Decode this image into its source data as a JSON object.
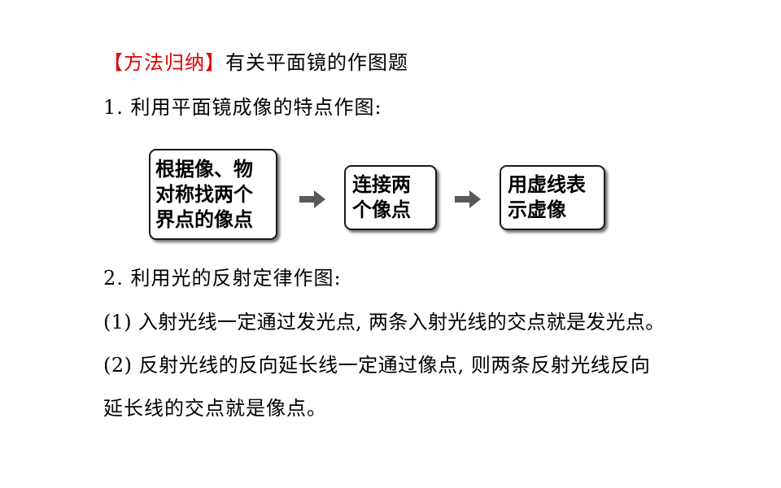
{
  "heading": {
    "tag": "【方法归纳】",
    "title": "有关平面镜的作图题"
  },
  "section1": {
    "label": "1. 利用平面镜成像的特点作图:"
  },
  "flow": {
    "step1": "根据像、物对称找两个界点的像点",
    "step2": "连接两个像点",
    "step3": "用虚线表示虚像",
    "arrow_icon": "right-arrow-icon"
  },
  "section2": {
    "label": "2. 利用光的反射定律作图:",
    "point1": "(1) 入射光线一定通过发光点, 两条入射光线的交点就是发光点。",
    "point2_line1": "(2) 反射光线的反向延长线一定通过像点, 则两条反射光线反向",
    "point2_line2": "延长线的交点就是像点。"
  },
  "colors": {
    "accent_red": "#e00000",
    "arrow_gray": "#595959"
  }
}
